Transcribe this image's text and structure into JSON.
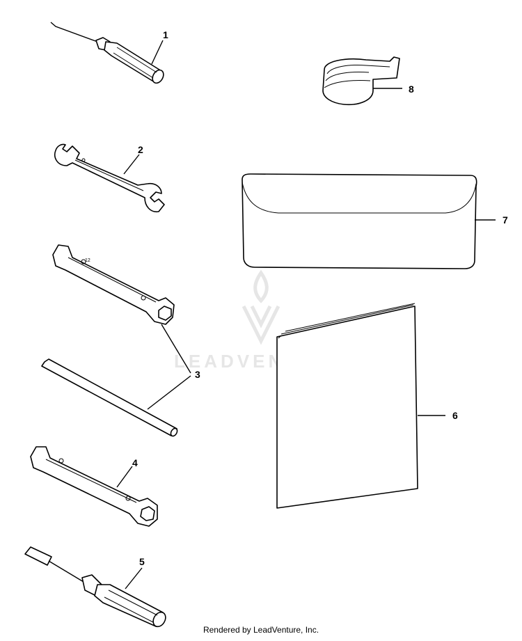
{
  "callouts": [
    {
      "id": "1",
      "label": "1"
    },
    {
      "id": "2",
      "label": "2"
    },
    {
      "id": "3",
      "label": "3"
    },
    {
      "id": "4",
      "label": "4"
    },
    {
      "id": "5",
      "label": "5"
    },
    {
      "id": "6",
      "label": "6"
    },
    {
      "id": "7",
      "label": "7"
    },
    {
      "id": "8",
      "label": "8"
    }
  ],
  "watermark": {
    "text": "LEADVENTURE",
    "color": "#e6e6e6"
  },
  "footer": {
    "text": "Rendered by LeadVenture, Inc."
  },
  "colors": {
    "line": "#000000",
    "background": "#ffffff"
  }
}
